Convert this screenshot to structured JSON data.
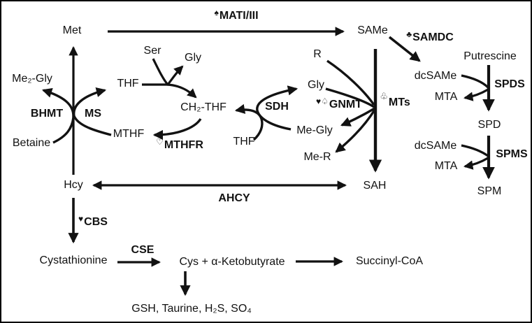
{
  "figure": {
    "colors": {
      "ink": "#121212",
      "background": "#ffffff",
      "border": "#000000"
    },
    "nodes": {
      "met": "Met",
      "same": "SAMe",
      "sah": "SAH",
      "hcy": "Hcy",
      "ser": "Ser",
      "gly_top": "Gly",
      "thf_left": "THF",
      "ch2_thf": "CH₂-THF",
      "mthf": "MTHF",
      "me2_gly": "Me₂-Gly",
      "betaine": "Betaine",
      "r": "R",
      "gly_mid": "Gly",
      "me_gly": "Me-Gly",
      "me_r": "Me-R",
      "thf_mid": "THF",
      "putrescine": "Putrescine",
      "dcsame_1": "dcSAMe",
      "mta_1": "MTA",
      "spd": "SPD",
      "dcsame_2": "dcSAMe",
      "mta_2": "MTA",
      "spm": "SPM",
      "cystathionine": "Cystathionine",
      "cys_akb": "Cys + α-Ketobutyrate",
      "succinyl_coa": "Succinyl-CoA",
      "gsh_line": "GSH, Taurine, H₂S, SO₄"
    },
    "enzymes": {
      "mat": {
        "symbol": "♠",
        "name": "MATI/III"
      },
      "samdc": {
        "symbol": "♣",
        "name": "SAMDC"
      },
      "bhmt": {
        "symbol": "",
        "name": "BHMT"
      },
      "ms": {
        "symbol": "",
        "name": "MS"
      },
      "mthfr": {
        "symbol": "♡",
        "name": "MTHFR"
      },
      "sdh": {
        "symbol": "",
        "name": "SDH"
      },
      "gnmt": {
        "symbol": "♥♤",
        "name": "GNMT"
      },
      "mts": {
        "symbol": "♧",
        "name": "MTs"
      },
      "ahcy": {
        "symbol": "",
        "name": "AHCY"
      },
      "cbs": {
        "symbol": "♥",
        "name": "CBS"
      },
      "cse": {
        "symbol": "",
        "name": "CSE"
      },
      "spds": {
        "symbol": "",
        "name": "SPDS"
      },
      "spms": {
        "symbol": "",
        "name": "SPMS"
      }
    }
  }
}
